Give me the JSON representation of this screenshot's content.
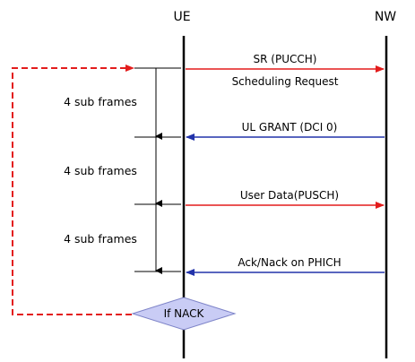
{
  "entities": {
    "ue": "UE",
    "nw": "NW"
  },
  "messages": [
    {
      "label": "SR (PUCCH)",
      "direction": "UE-to-NW",
      "color": "#e31c1c"
    },
    {
      "label": "Scheduling Request",
      "direction": "UE-to-NW",
      "color": "#e31c1c"
    },
    {
      "label": "UL GRANT (DCI 0)",
      "direction": "NW-to-UE",
      "color": "#2233aa"
    },
    {
      "label": "User Data(PUSCH)",
      "direction": "UE-to-NW",
      "color": "#e31c1c"
    },
    {
      "label": "Ack/Nack on PHICH",
      "direction": "NW-to-UE",
      "color": "#2233aa"
    }
  ],
  "intervals": [
    {
      "label": "4 sub frames"
    },
    {
      "label": "4 sub frames"
    },
    {
      "label": "4 sub frames"
    }
  ],
  "decision": {
    "label": "If NACK",
    "fill": "#c9ccf5",
    "stroke": "#7e84c8"
  },
  "retry_loop": {
    "color": "#e31c1c",
    "style": "dashed"
  }
}
